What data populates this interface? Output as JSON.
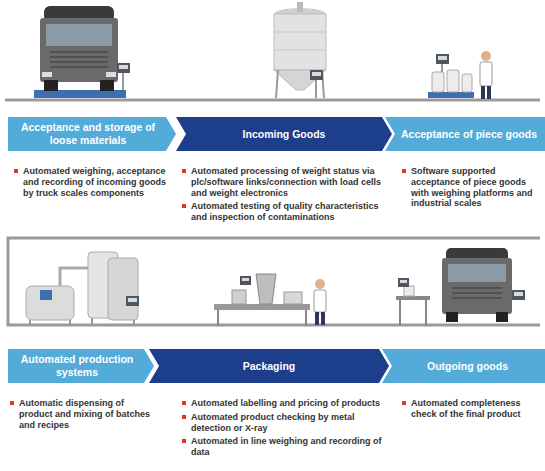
{
  "diagram": {
    "nodes": [
      {
        "text": [
          "Acceptance and storage of loose materials"
        ]
      },
      {
        "text": [
          "Incoming Goods"
        ]
      },
      {
        "text": [
          "Acceptance of piece goods"
        ]
      },
      {
        "text": [
          "Automated production systems"
        ]
      },
      {
        "text": [
          "Packaging"
        ]
      },
      {
        "text": [
          "Outgoing goods"
        ]
      }
    ],
    "labels": [
      "Automated weighing, acceptance and recording of incoming goods by truck scales components",
      "Automated processing of weight status via plc/software links/connection with load cells and weight electronics",
      "Automated testing of quality characteristics and inspection of contaminations",
      "Software supported acceptance of piece goods with weighing platforms and industrial scales",
      "Automatic dispensing of product and mixing of batches and recipes",
      "Automated labelling and pricing of products",
      "Automated product checking by metal detection or X-ray",
      "Automated in line weighing and recording of data",
      "Automated completeness check of the final product"
    ]
  }
}
